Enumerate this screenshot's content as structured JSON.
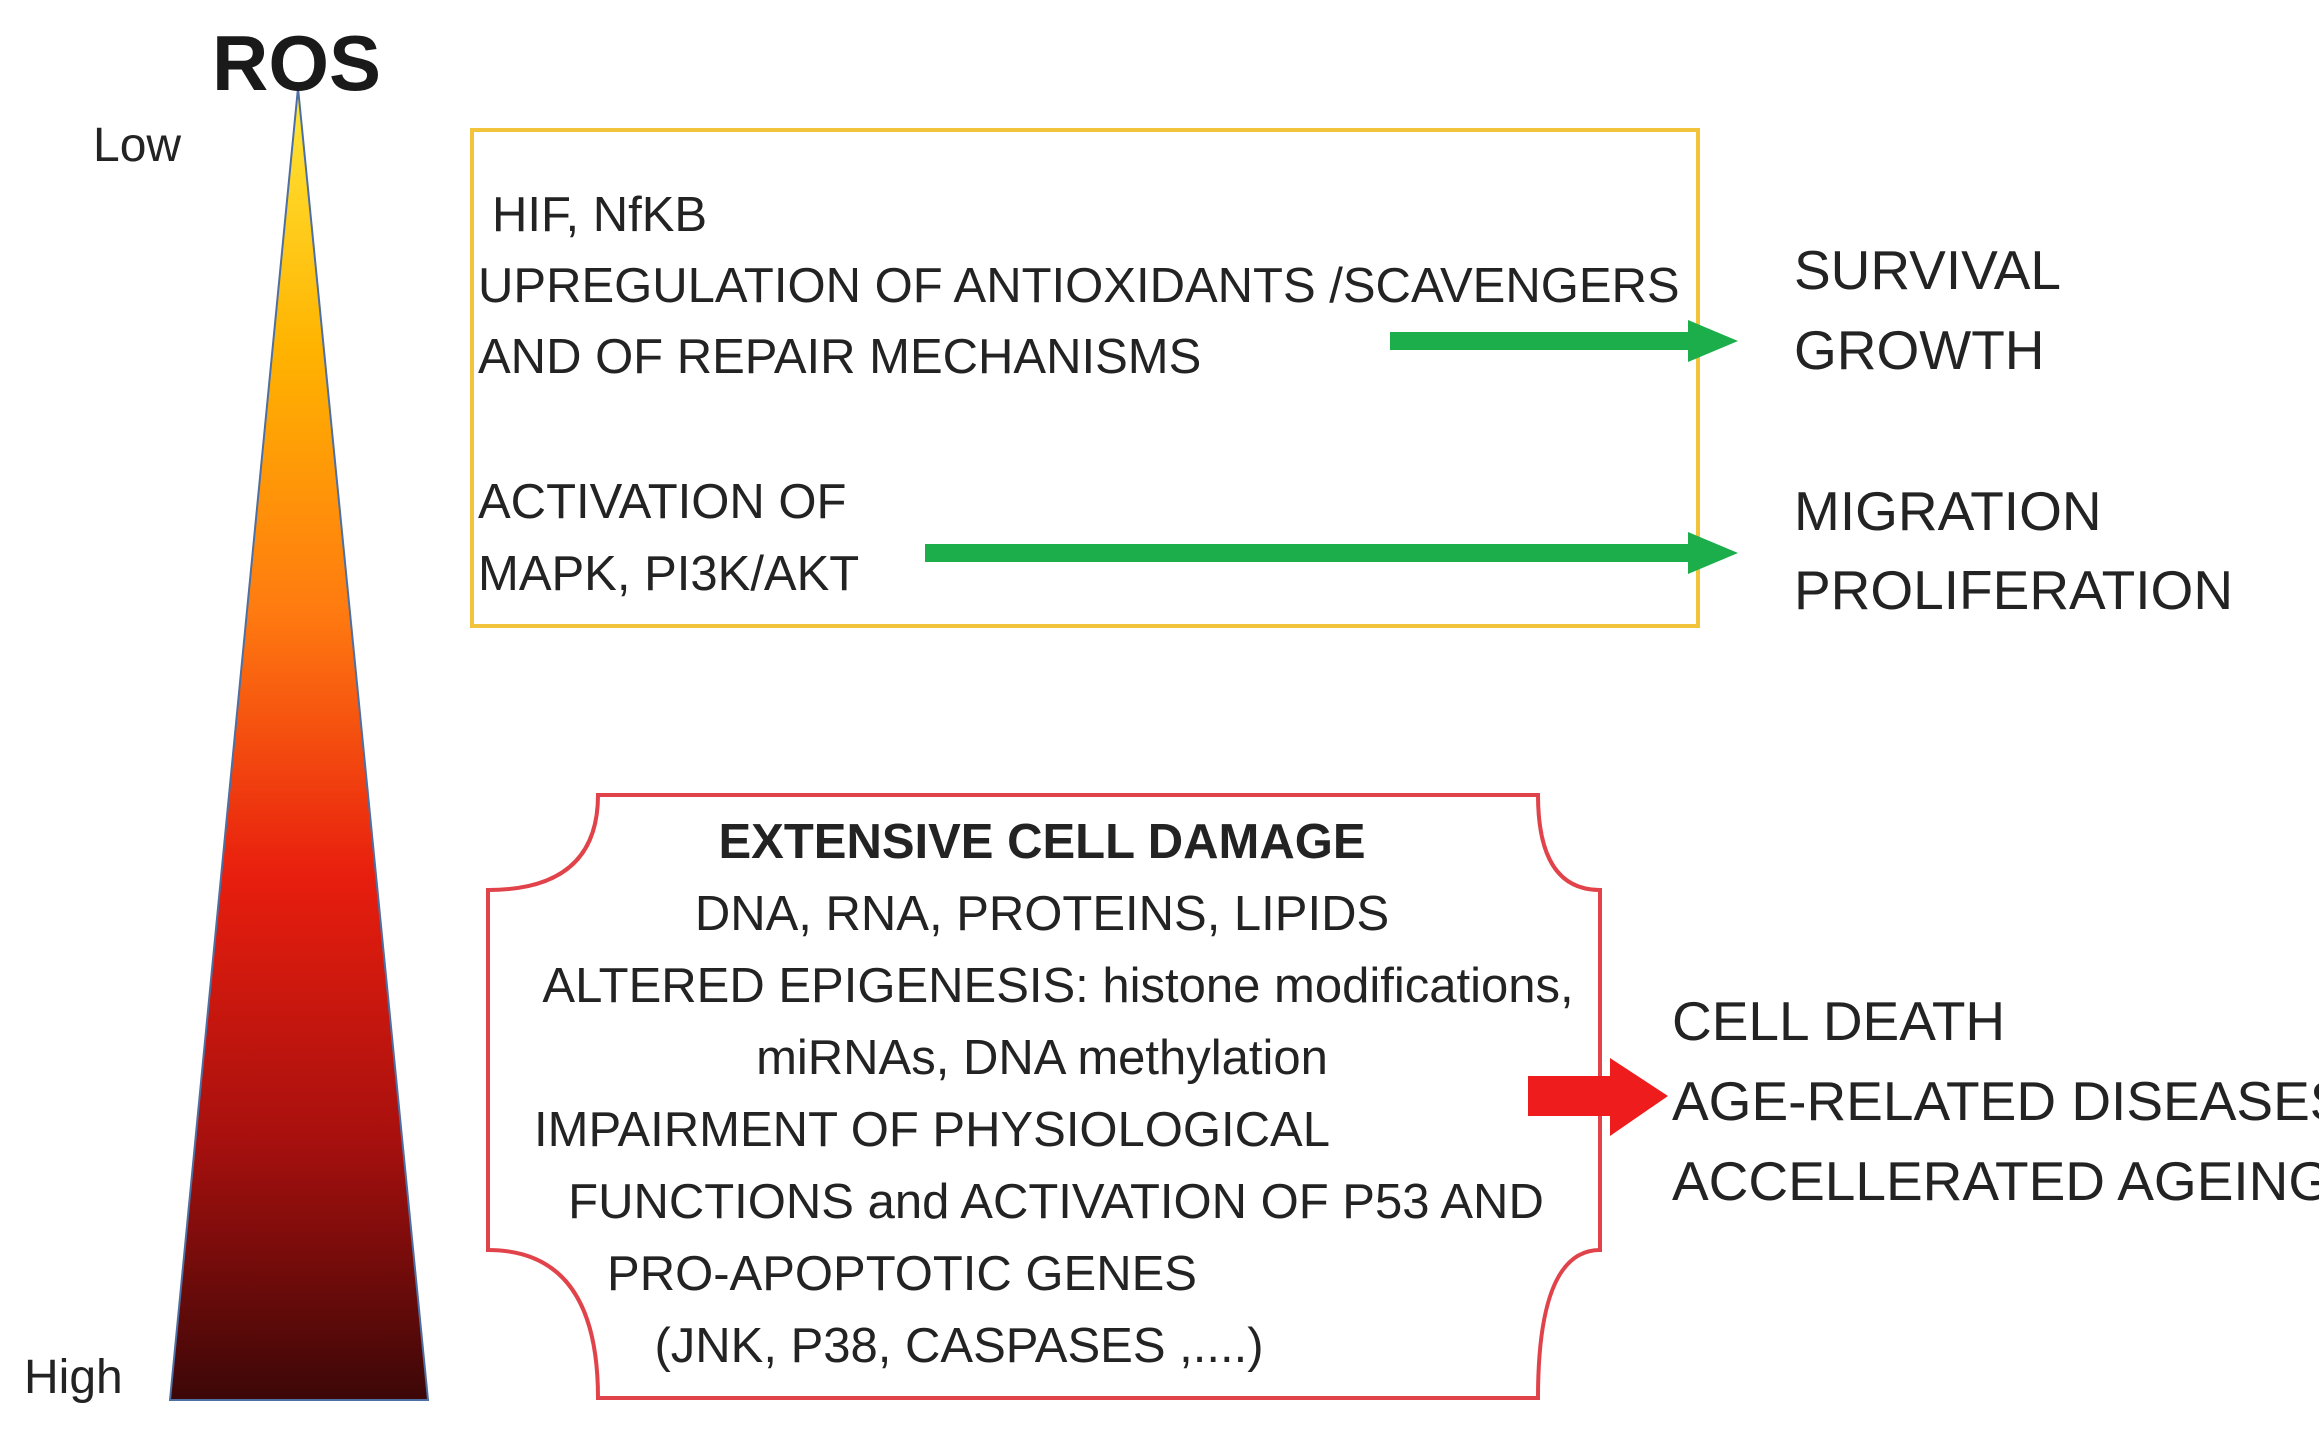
{
  "ros_scale": {
    "title": "ROS",
    "low_label": "Low",
    "high_label": "High",
    "gradient_colors": [
      "#FFE83A",
      "#FFB300",
      "#FF7A10",
      "#E81E0E",
      "#A8100E",
      "#3C0707"
    ]
  },
  "low_box": {
    "border_color": "#F2C43C",
    "lines": [
      "HIF, NfKB",
      "UPREGULATION OF ANTIOXIDANTS /SCAVENGERS",
      "AND OF  REPAIR MECHANISMS",
      "ACTIVATION OF",
      "MAPK, PI3K/AKT"
    ]
  },
  "high_box": {
    "border_color": "#E0434A",
    "heading": "EXTENSIVE CELL DAMAGE",
    "lines": [
      "DNA,  RNA,  PROTEINS, LIPIDS",
      "ALTERED EPIGENESIS: histone modifications,",
      "miRNAs,  DNA methylation",
      "IMPAIRMENT OF   PHYSIOLOGICAL",
      "FUNCTIONS and  ACTIVATION  OF  P53 AND",
      "PRO-APOPTOTIC   GENES",
      "(JNK, P38,  CASPASES ,....)"
    ]
  },
  "outcomes": {
    "survival": [
      "SURVIVAL",
      "GROWTH"
    ],
    "migration": [
      "MIGRATION",
      "PROLIFERATION"
    ],
    "death": [
      "CELL  DEATH",
      "AGE-RELATED DISEASES",
      "ACCELLERATED AGEING"
    ]
  },
  "arrows": {
    "green_color": "#1BAE4B",
    "red_color": "#EE1C1C"
  }
}
